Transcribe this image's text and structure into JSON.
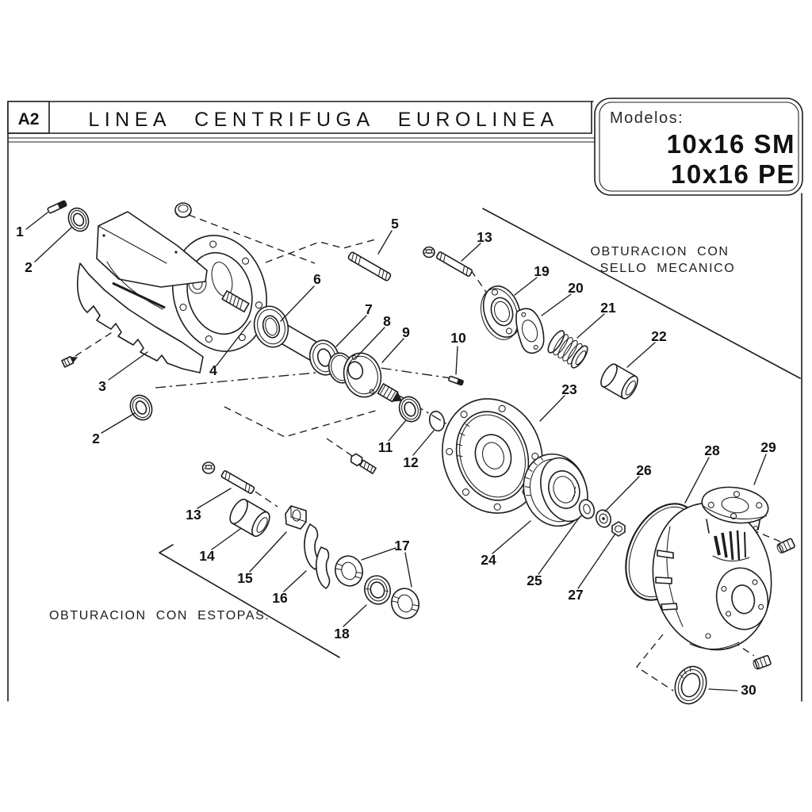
{
  "header": {
    "sheet_code": "A2",
    "title": "LINEA CENTRIFUGA EUROLINEA"
  },
  "models_panel": {
    "label": "Modelos:",
    "models": [
      "10x16 SM",
      "10x16 PE"
    ]
  },
  "annotations": {
    "mech_seal_line1": "OBTURACION CON",
    "mech_seal_line2": "SELLO MECANICO",
    "stuffing_box": "OBTURACION CON ESTOPAS."
  },
  "callouts": [
    {
      "n": "1"
    },
    {
      "n": "2"
    },
    {
      "n": "3"
    },
    {
      "n": "4"
    },
    {
      "n": "2"
    },
    {
      "n": "5"
    },
    {
      "n": "6"
    },
    {
      "n": "7"
    },
    {
      "n": "8"
    },
    {
      "n": "9"
    },
    {
      "n": "10"
    },
    {
      "n": "11"
    },
    {
      "n": "12"
    },
    {
      "n": "13"
    },
    {
      "n": "19"
    },
    {
      "n": "20"
    },
    {
      "n": "21"
    },
    {
      "n": "22"
    },
    {
      "n": "23"
    },
    {
      "n": "24"
    },
    {
      "n": "25"
    },
    {
      "n": "26"
    },
    {
      "n": "27"
    },
    {
      "n": "28"
    },
    {
      "n": "29"
    },
    {
      "n": "30"
    },
    {
      "n": "13"
    },
    {
      "n": "14"
    },
    {
      "n": "15"
    },
    {
      "n": "16"
    },
    {
      "n": "17"
    },
    {
      "n": "18"
    }
  ]
}
